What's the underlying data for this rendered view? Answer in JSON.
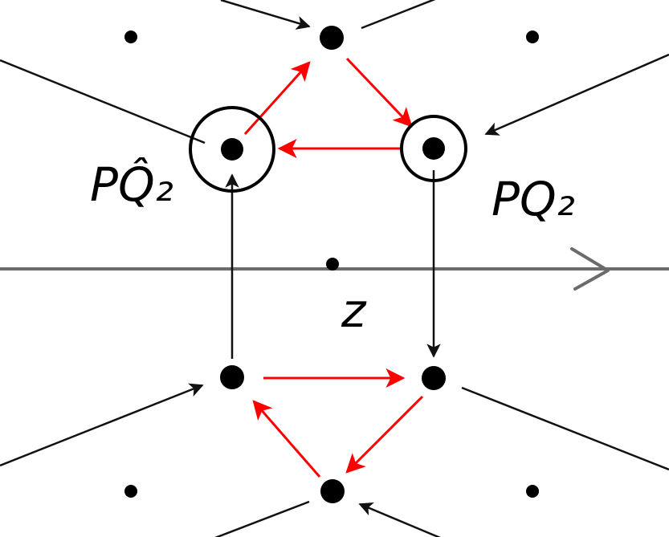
{
  "labels": {
    "left_vertex": "PQ̂₂",
    "right_vertex": "PQ₂",
    "axis": "z"
  },
  "colors": {
    "background": "#ffffff",
    "node": "#000000",
    "black_arrow": "#111111",
    "red_arrow": "#ff0000",
    "axis": "#6b6b6b"
  },
  "icons": {
    "axis_head": "chevron-right-icon",
    "circle_marker": "ring-icon"
  }
}
